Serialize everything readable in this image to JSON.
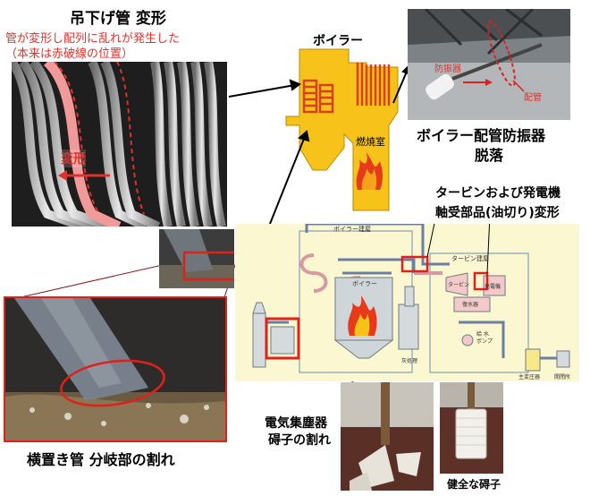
{
  "top_left": {
    "title": "吊下げ管 変形",
    "note_line1": "管が変形し配列に乱れが発生した",
    "note_line2": "（本来は赤破線の位置）",
    "photo_label": "変形"
  },
  "boiler_outline": {
    "title": "ボイラー",
    "combustion_chamber": "燃焼室"
  },
  "top_right": {
    "photo_label_left": "防振器",
    "photo_label_right": "配管",
    "caption_line1": "ボイラー配管防振器",
    "caption_line2": "脱落"
  },
  "turbine": {
    "caption_line1": "タービンおよび発電機",
    "caption_line2": "軸受部品(油切り)変形"
  },
  "plant_diagram": {
    "boiler_building": "ボイラー建屋",
    "turbine_building": "タービン建屋",
    "boiler": "ボイラー",
    "turbine": "タービン",
    "generator": "発電機",
    "condenser": "復水器",
    "feed_pump_line1": "給 水",
    "feed_pump_line2": "ポンプ",
    "main_transformer": "主変圧器",
    "switchyard": "開閉所",
    "ash_treatment": "灰処理"
  },
  "bottom_left": {
    "caption": "横置き管 分岐部の割れ"
  },
  "bottom_mid": {
    "caption_line1": "電気集塵器",
    "caption_line2": "碍子の割れ"
  },
  "bottom_right": {
    "caption": "健全な碍子"
  },
  "colors": {
    "accent_red": "#e0312b",
    "boiler_yellow": "#f7c21a",
    "diagram_bg": "#fbf7d0",
    "highlight_box": "#e0201b"
  }
}
